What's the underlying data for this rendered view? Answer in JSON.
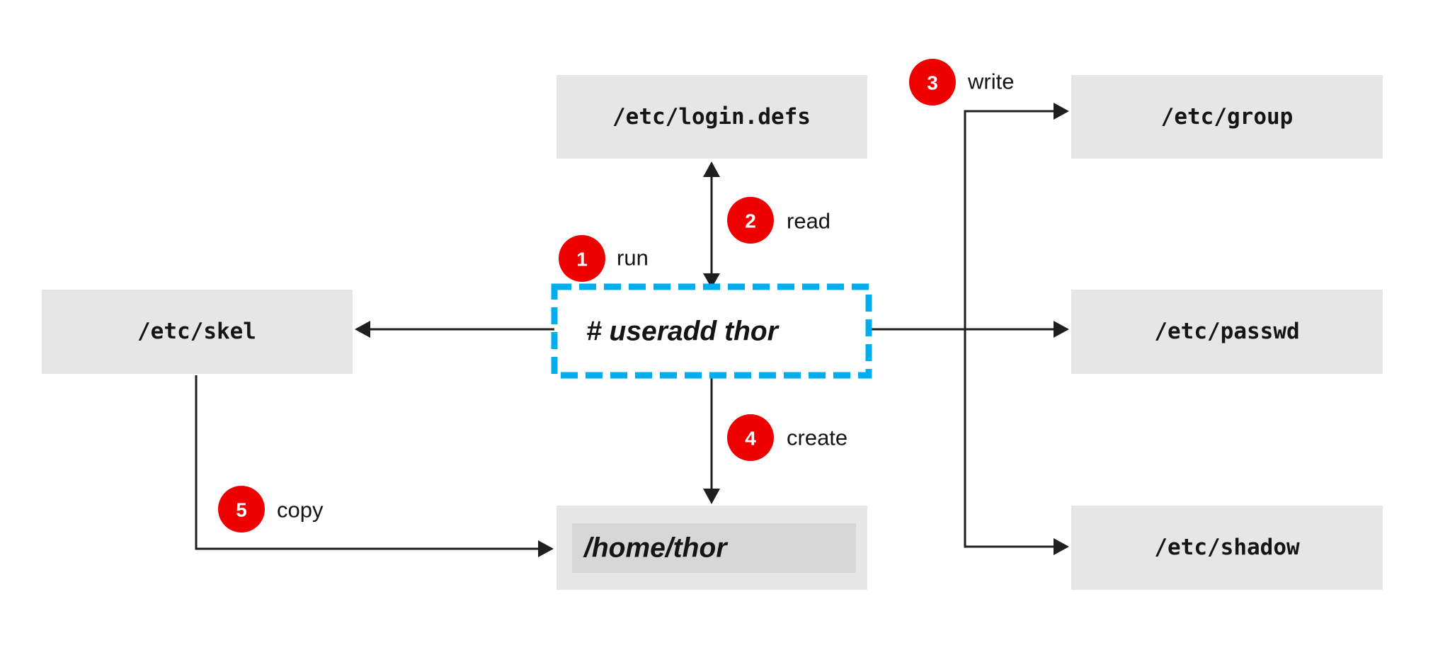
{
  "nodes": {
    "login_defs": "/etc/login.defs",
    "group": "/etc/group",
    "skel": "/etc/skel",
    "command": "# useradd thor",
    "passwd": "/etc/passwd",
    "home": "/home/thor",
    "shadow": "/etc/shadow"
  },
  "steps": [
    {
      "number": "1",
      "label": "run"
    },
    {
      "number": "2",
      "label": "read"
    },
    {
      "number": "3",
      "label": "write"
    },
    {
      "number": "4",
      "label": "create"
    },
    {
      "number": "5",
      "label": "copy"
    }
  ],
  "colors": {
    "box_fill": "#e6e6e6",
    "step_badge": "#ee0000",
    "command_border": "#00aeef",
    "arrow": "#1f1f1f"
  }
}
